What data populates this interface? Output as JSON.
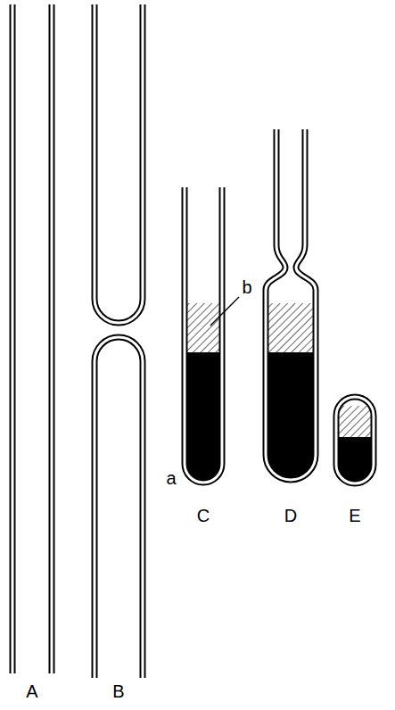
{
  "diagram": {
    "labels": [
      "A",
      "B",
      "C",
      "D",
      "E",
      "a",
      "b"
    ]
  }
}
